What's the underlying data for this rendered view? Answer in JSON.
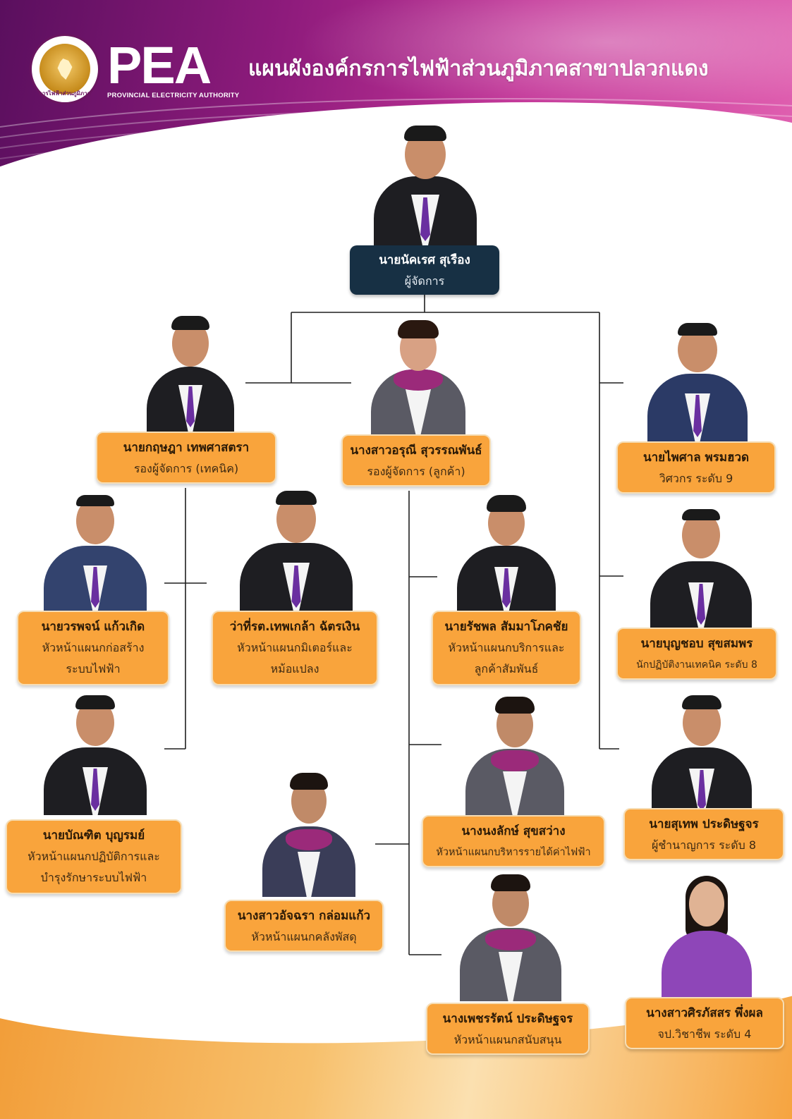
{
  "header": {
    "title": "แผนผังองค์กรการไฟฟ้าส่วนภูมิภาคสาขาปลวกแดง",
    "brand_name": "PEA",
    "brand_subtitle": "PROVINCIAL ELECTRICITY AUTHORITY",
    "seal_text": "การไฟฟ้าส่วนภูมิภาค"
  },
  "colors": {
    "header_primary": "#8e1b7c",
    "card_orange": "#f9a43c",
    "card_navy": "#173044",
    "connector": "#1f1f1f",
    "footer_orange": "#f29d38"
  },
  "people": {
    "manager": {
      "name": "นายนัคเรศ สุเรือง",
      "position": [
        "ผู้จัดการ"
      ]
    },
    "deputy_technical": {
      "name": "นายกฤษฎา เทพศาสตรา",
      "position": [
        "รองผู้จัดการ (เทคนิค)"
      ]
    },
    "deputy_customer": {
      "name": "นางสาวอรุณี สุวรรณพันธ์",
      "position": [
        "รองผู้จัดการ (ลูกค้า)"
      ]
    },
    "engineer_9": {
      "name": "นายไพศาล พรมฮวด",
      "position": [
        "วิศวกร ระดับ 9"
      ]
    },
    "construction_head": {
      "name": "นายวรพจน์ แก้วเกิด",
      "position": [
        "หัวหน้าแผนกก่อสร้าง",
        "ระบบไฟฟ้า"
      ]
    },
    "meter_head": {
      "name": "ว่าที่รต.เทพเกล้า ฉัตรเงิน",
      "position": [
        "หัวหน้าแผนกมิเตอร์และ",
        "หม้อแปลง"
      ]
    },
    "service_head": {
      "name": "นายรัชพล สัมมาโภคชัย",
      "position": [
        "หัวหน้าแผนกบริการและ",
        "ลูกค้าสัมพันธ์"
      ]
    },
    "technician_8": {
      "name": "นายบุญชอบ สุขสมพร",
      "position": [
        "นักปฏิบัติงานเทคนิค ระดับ 8"
      ]
    },
    "operation_head": {
      "name": "นายบัณฑิต บุญรมย์",
      "position": [
        "หัวหน้าแผนกปฏิบัติการและ",
        "บำรุงรักษาระบบไฟฟ้า"
      ]
    },
    "revenue_head": {
      "name": "นางนงลักษ์ สุขสว่าง",
      "position": [
        "หัวหน้าแผนกบริหารรายได้ค่าไฟฟ้า"
      ]
    },
    "expert_8": {
      "name": "นายสุเทพ ประดิษฐจร",
      "position": [
        "ผู้ชำนาญการ ระดับ 8"
      ]
    },
    "warehouse_head": {
      "name": "นางสาวอัจฉรา กล่อมแก้ว",
      "position": [
        "หัวหน้าแผนกคลังพัสดุ"
      ]
    },
    "support_head": {
      "name": "นางเพชรรัตน์ ประดิษฐจร",
      "position": [
        "หัวหน้าแผนกสนับสนุน"
      ]
    },
    "vocational_4": {
      "name": "นางสาวศิรภัสสร พึ่งผล",
      "position": [
        "จป.วิชาชีพ ระดับ 4"
      ]
    }
  }
}
